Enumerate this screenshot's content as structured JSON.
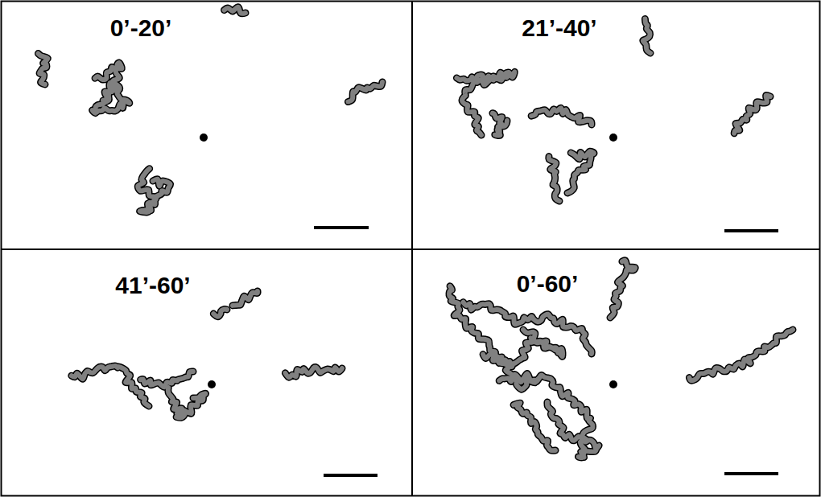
{
  "diagram": {
    "labels": [
      "0’-20’",
      "21’-40’",
      "41’-60’",
      "0’-60’"
    ]
  }
}
